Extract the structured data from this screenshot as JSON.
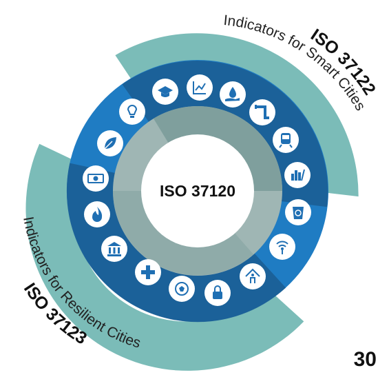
{
  "center": {
    "label": "ISO 37120"
  },
  "smart": {
    "code": "ISO 37122",
    "title": "Indicators for Smart Cities"
  },
  "resilient": {
    "code": "ISO 37123",
    "title": "Indicators for Resilient Cities"
  },
  "page_number": "30",
  "colors": {
    "teal": "#7bbcb8",
    "ring_blue": "#1f7cc3",
    "dark_navy": "#1a5789",
    "inner_gray": "#9fb6b4",
    "icon_fill": "#ffffff",
    "glyph": "#1f6fb3"
  },
  "icons": [
    "graduation-cap-icon",
    "line-chart-icon",
    "water-hand-icon",
    "pipe-icon",
    "train-icon",
    "city-chart-icon",
    "recycle-bin-icon",
    "wifi-antenna-icon",
    "house-person-icon",
    "lock-icon",
    "soccer-ball-icon",
    "medical-cross-icon",
    "bank-building-icon",
    "fire-icon",
    "money-icon",
    "leaf-icon",
    "light-bulb-icon"
  ]
}
